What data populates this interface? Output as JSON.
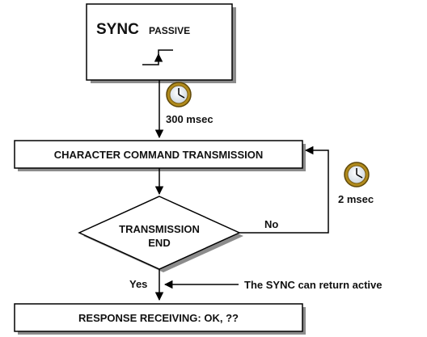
{
  "sync_box": {
    "title": "SYNC",
    "state": "PASSIVE"
  },
  "timers": {
    "first": "300 msec",
    "second": "2 msec"
  },
  "steps": {
    "transmission": "CHARACTER COMMAND TRANSMISSION",
    "decision_line1": "TRANSMISSION",
    "decision_line2": "END",
    "response": "RESPONSE RECEIVING: OK, ??"
  },
  "branches": {
    "no": "No",
    "yes": "Yes"
  },
  "note": "The SYNC can return active"
}
